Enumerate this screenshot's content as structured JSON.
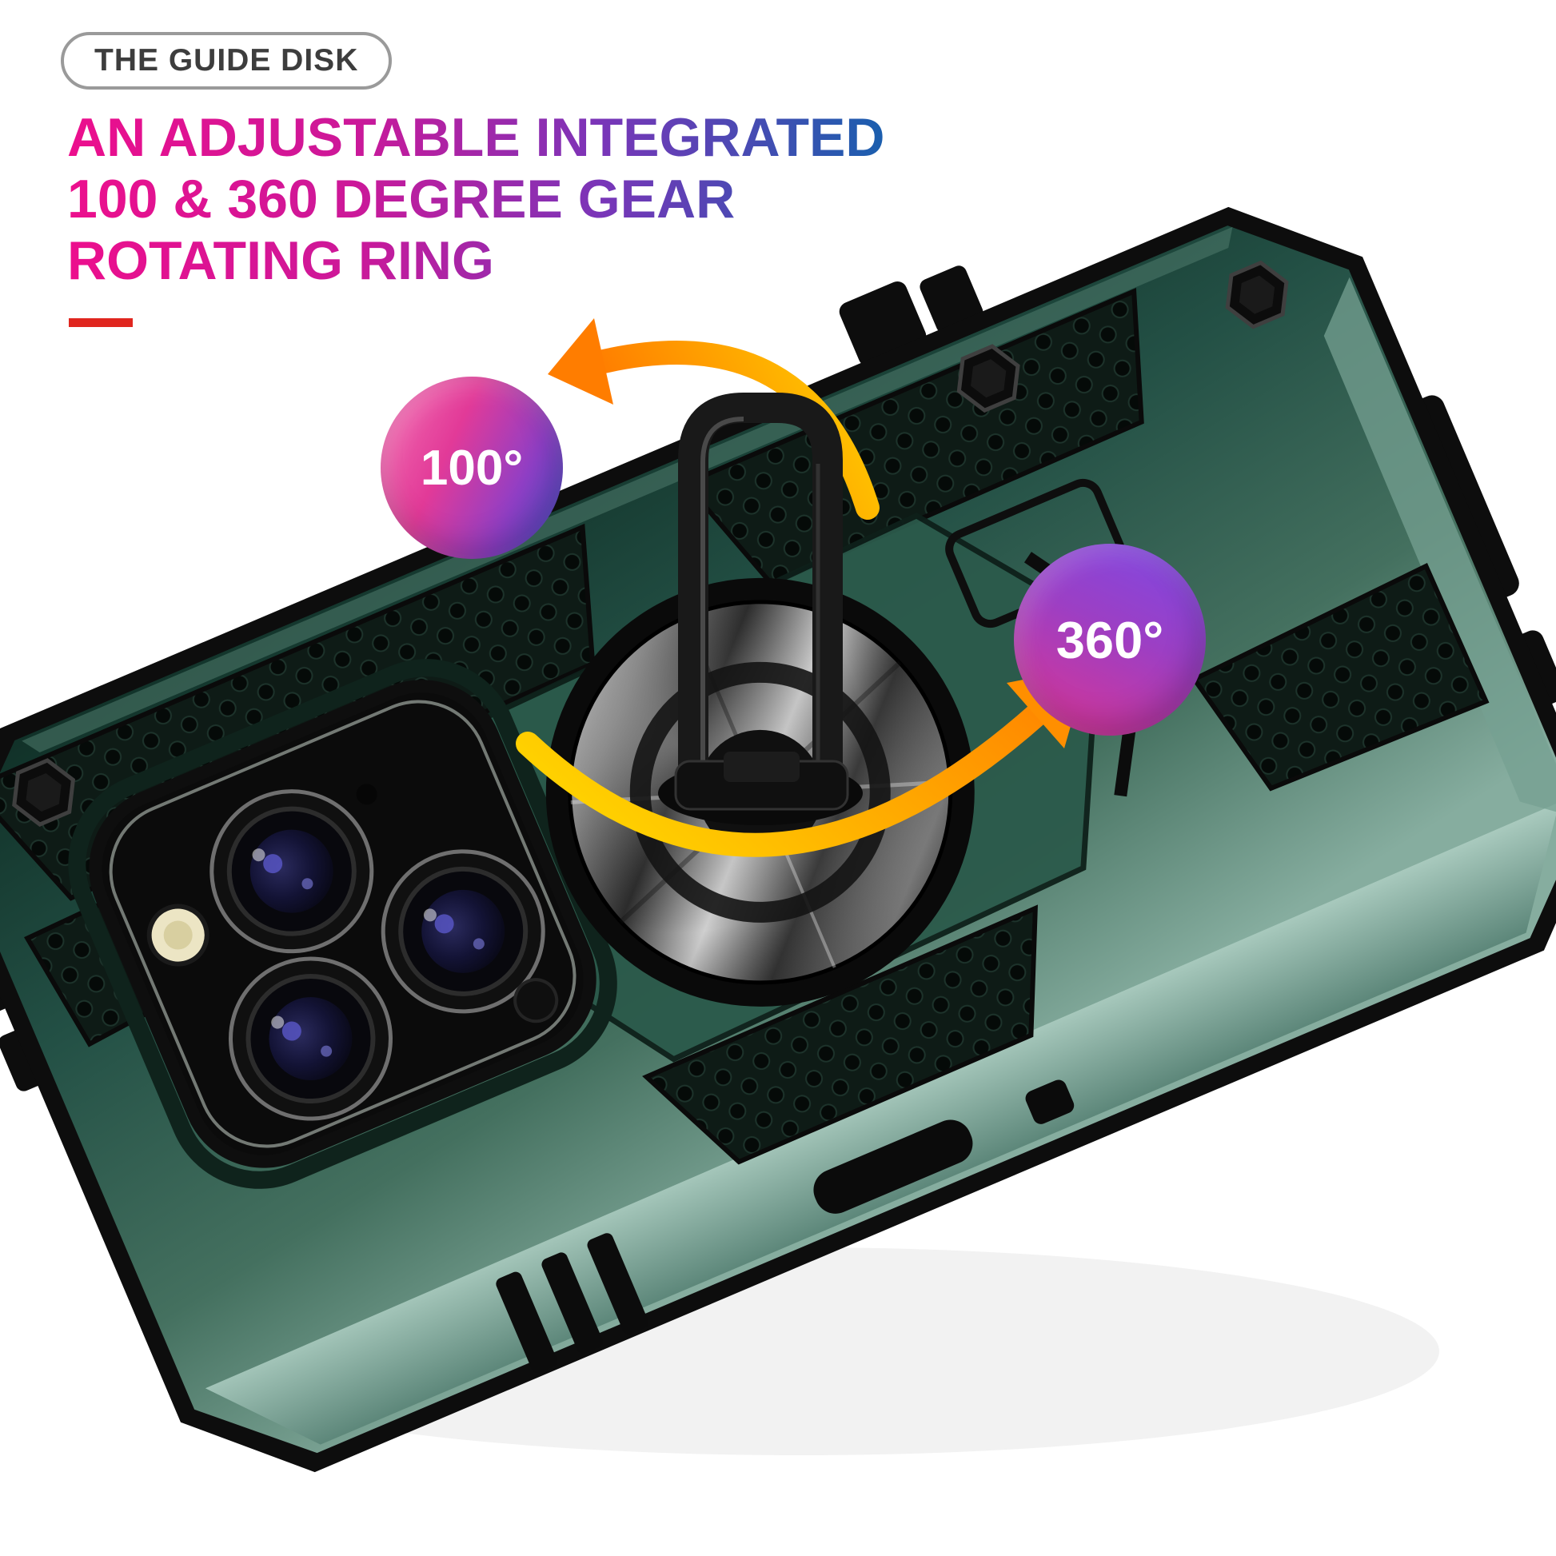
{
  "page": {
    "background": "#ffffff"
  },
  "header": {
    "pill_label": "THE GUIDE DISK",
    "headline_line1": "AN ADJUSTABLE INTEGRATED",
    "headline_line2": "100 & 360 DEGREE GEAR",
    "headline_line3": "ROTATING RING",
    "headline_gradient": [
      "#ec0f8d",
      "#7a35b8",
      "#1a5fae"
    ],
    "accent_dash_color": "#e0261f"
  },
  "annotations": {
    "badge_100_label": "100°",
    "badge_360_label": "360°",
    "badge_100_gradient": [
      "#f473b4",
      "#4753d0"
    ],
    "badge_360_gradient": [
      "#7b49e6",
      "#df348f"
    ],
    "arrow_gradient": [
      "#ffd000",
      "#ff7a00"
    ]
  },
  "product": {
    "subject": "armor-phone-case-with-rotating-ring-kickstand",
    "case_color_dark": "#14352b",
    "case_color_light": "#8fb6a9",
    "ring_color": "#191919"
  }
}
